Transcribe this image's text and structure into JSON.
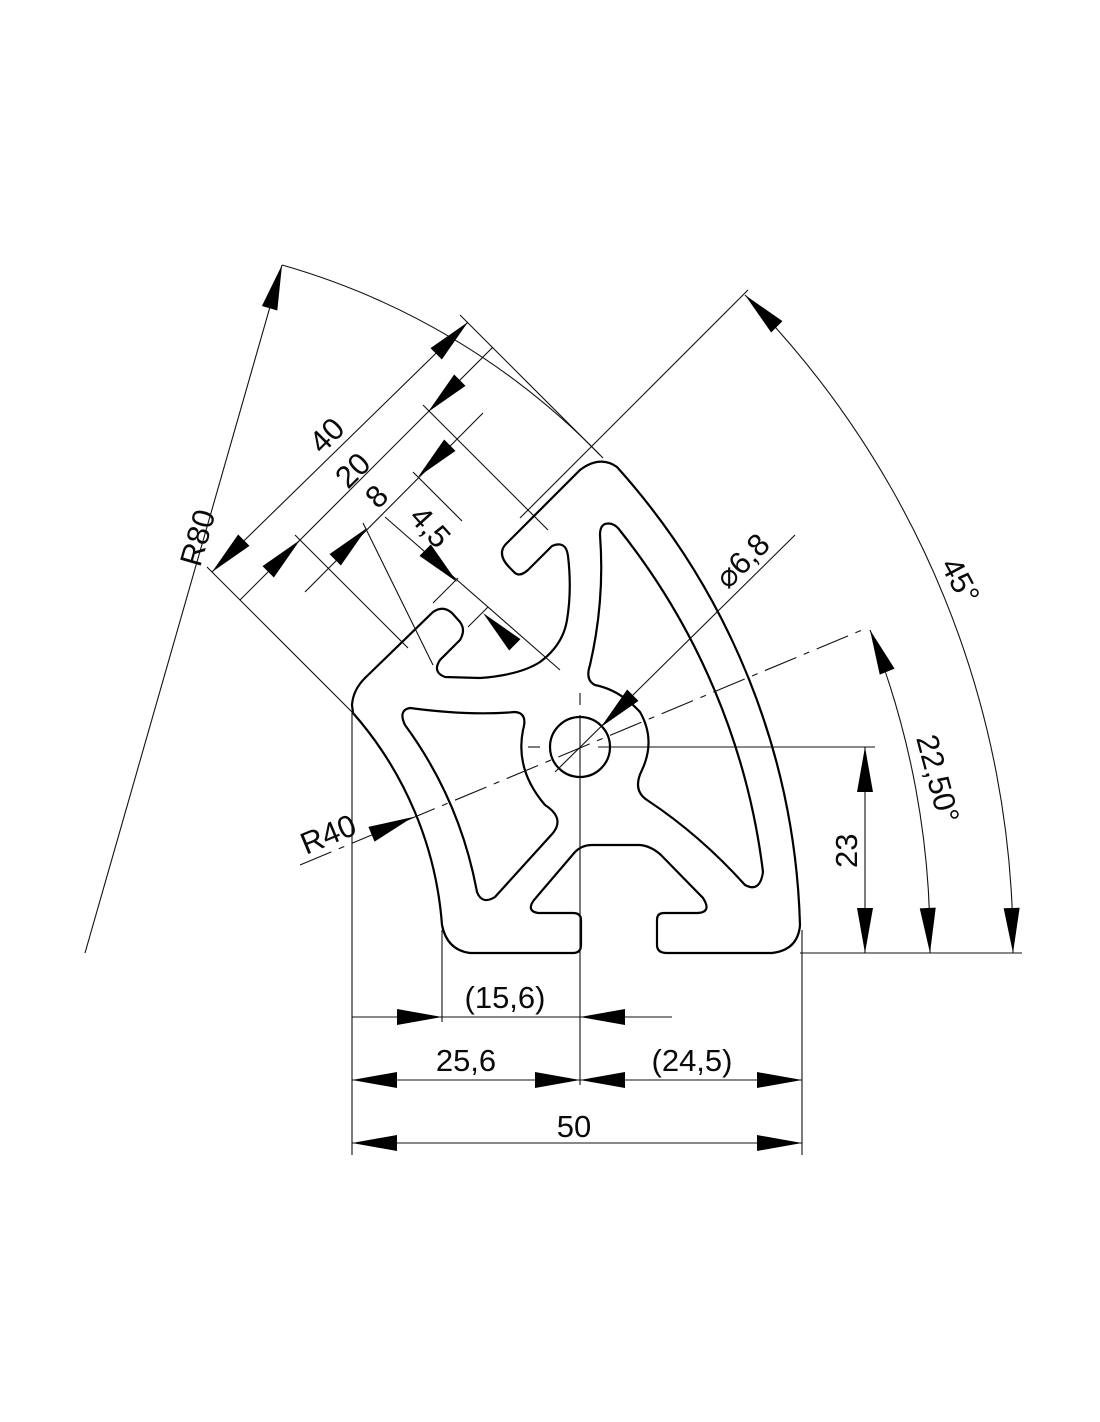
{
  "drawing": {
    "labels": {
      "r80": "R80",
      "r40": "R40",
      "w40": "40",
      "w20": "20",
      "w8": "8",
      "w4_5": "4,5",
      "dia": "⌀6,8",
      "angle45": "45°",
      "angle22": "22,50°",
      "h23": "23",
      "ref15_6": "(15,6)",
      "d25_6": "25,6",
      "ref24_5": "(24,5)",
      "w50": "50"
    }
  }
}
